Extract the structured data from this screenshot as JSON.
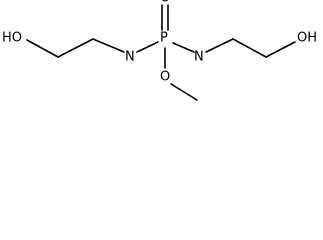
{
  "molecule": {
    "atoms": {
      "ho_left": "HO",
      "n_left": "N",
      "p_center": "P",
      "o_top": "O",
      "n_right": "N",
      "o_methoxy": "O",
      "oh_right": "OH"
    }
  }
}
